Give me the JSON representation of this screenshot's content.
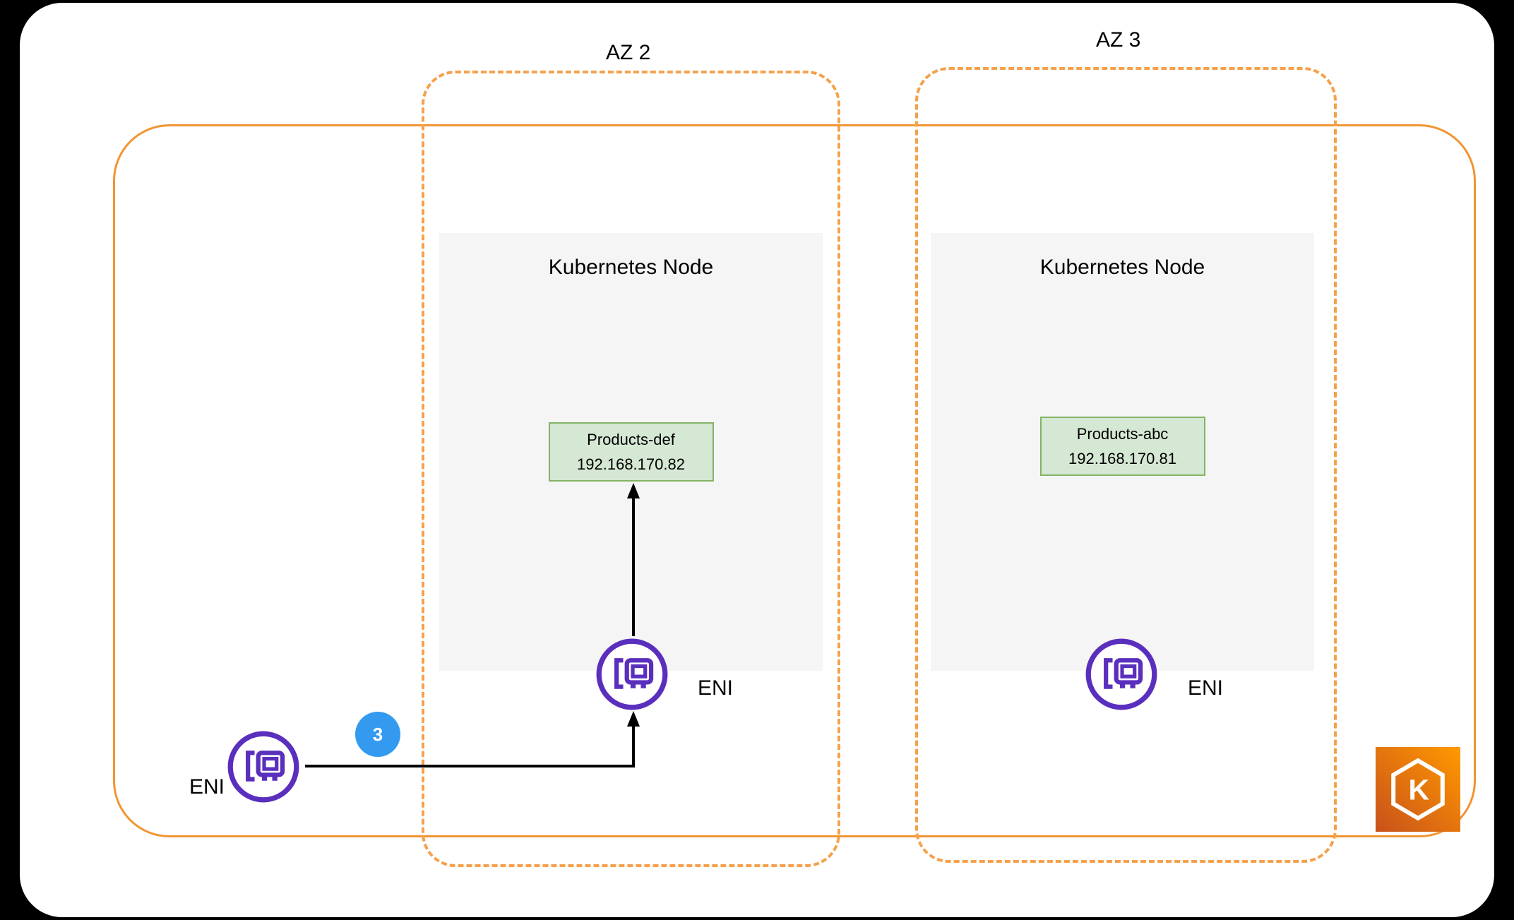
{
  "colors": {
    "page_bg": "#000000",
    "sheet_bg": "#ffffff",
    "vpc_border": "#f29432",
    "az_border": "#f5a14b",
    "node_bg": "#f5f5f5",
    "node_text": "#000000",
    "pod_bg": "#d5e8d4",
    "pod_border": "#82b366",
    "eni_purple": "#5a2fbd",
    "badge_blue": "#339af0",
    "arrow": "#000000",
    "eks_dark": "#c8511b",
    "eks_light": "#ff9900"
  },
  "availability_zones": [
    {
      "label": "AZ 2",
      "node": {
        "title": "Kubernetes Node",
        "pod": {
          "name": "Products-def",
          "ip": "192.168.170.82"
        },
        "eni_label": "ENI"
      }
    },
    {
      "label": "AZ 3",
      "node": {
        "title": "Kubernetes Node",
        "pod": {
          "name": "Products-abc",
          "ip": "192.168.170.81"
        },
        "eni_label": "ENI"
      }
    }
  ],
  "external_eni": {
    "label": "ENI"
  },
  "step_badge": {
    "label": "3"
  },
  "icons": {
    "eni": "eni-network-card-icon",
    "eks": "eks-kubernetes-icon"
  }
}
